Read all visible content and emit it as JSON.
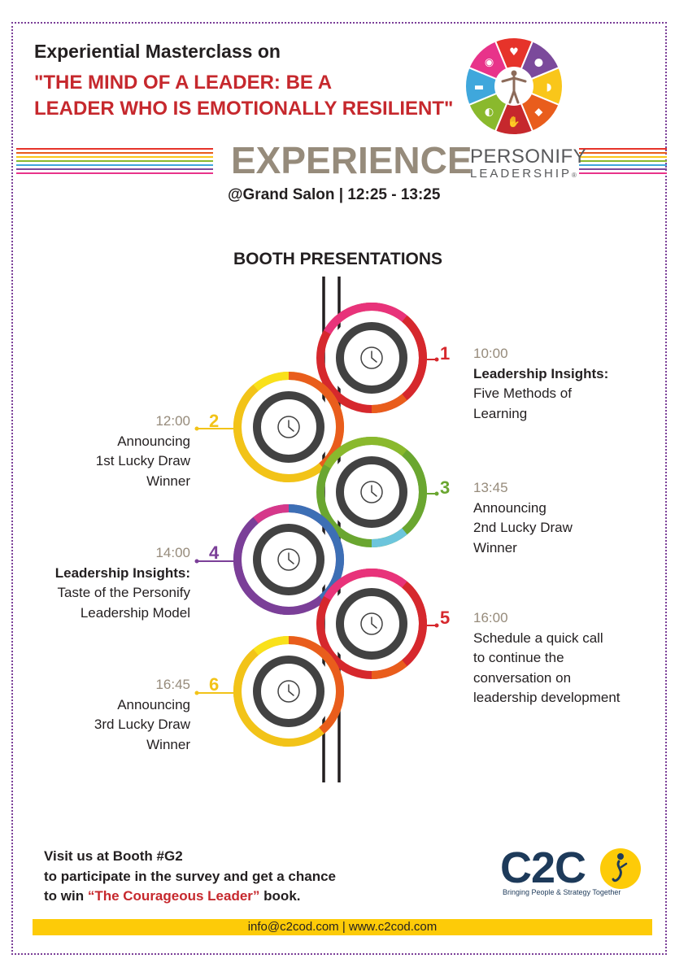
{
  "header": {
    "line1": "Experiential Masterclass on",
    "line2": "\"THE MIND OF A LEADER: BE A",
    "line3": "LEADER WHO IS EMOTIONALLY RESILIENT\""
  },
  "experience": {
    "title": "EXPERIENCE",
    "subtitle": "@Grand Salon | 12:25 - 13:25"
  },
  "brand": {
    "name": "PERSONIFY",
    "sub": "LEADERSHIP",
    "reg": "®",
    "wheel_colors": [
      "#e6332a",
      "#7b4a9b",
      "#f9c61a",
      "#e95d1c",
      "#c6282d",
      "#8ab92d",
      "#3fa7dc",
      "#e8338a"
    ]
  },
  "booth": {
    "title": "BOOTH PRESENTATIONS"
  },
  "timeline": {
    "items": [
      {
        "number": "1",
        "time": "10:00",
        "title": "Leadership Insights:",
        "lines": [
          "Five Methods of",
          "Learning"
        ],
        "color": "#d6282d",
        "ring_colors": [
          "#e8337a",
          "#d6282d",
          "#e95d1c"
        ]
      },
      {
        "number": "2",
        "time": "12:00",
        "title": "",
        "lines": [
          "Announcing",
          "1st Lucky Draw",
          "Winner"
        ],
        "color": "#f2c318",
        "ring_colors": [
          "#e95d1c",
          "#f2c318",
          "#f9e11a"
        ]
      },
      {
        "number": "3",
        "time": "13:45",
        "title": "",
        "lines": [
          "Announcing",
          "2nd Lucky Draw",
          "Winner"
        ],
        "color": "#6aa630",
        "ring_colors": [
          "#8ab92d",
          "#6aa630",
          "#6cc5dc"
        ]
      },
      {
        "number": "4",
        "time": "14:00",
        "title": "Leadership Insights:",
        "lines": [
          "Taste of the Personify",
          "Leadership Model"
        ],
        "color": "#7b3f98",
        "ring_colors": [
          "#3d6fb5",
          "#7b3f98",
          "#d6388a"
        ]
      },
      {
        "number": "5",
        "time": "16:00",
        "title": "",
        "lines": [
          "Schedule a quick call",
          "to continue the",
          "conversation on",
          "leadership development"
        ],
        "color": "#d6282d",
        "ring_colors": [
          "#e8337a",
          "#d6282d",
          "#e95d1c"
        ]
      },
      {
        "number": "6",
        "time": "16:45",
        "title": "",
        "lines": [
          "Announcing",
          "3rd Lucky Draw",
          "Winner"
        ],
        "color": "#f2c318",
        "ring_colors": [
          "#e95d1c",
          "#f2c318",
          "#f9e11a"
        ]
      }
    ]
  },
  "footer": {
    "line1": "Visit us at Booth #G2",
    "line2": "to participate in the survey and get a chance",
    "line3_pre": "to win ",
    "line3_book": "“The Courageous Leader”",
    "line3_post": " book.",
    "contact": "info@c2cod.com | www.c2cod.com"
  },
  "c2c": {
    "name": "C2C",
    "tagline": "Bringing People & Strategy Together"
  }
}
